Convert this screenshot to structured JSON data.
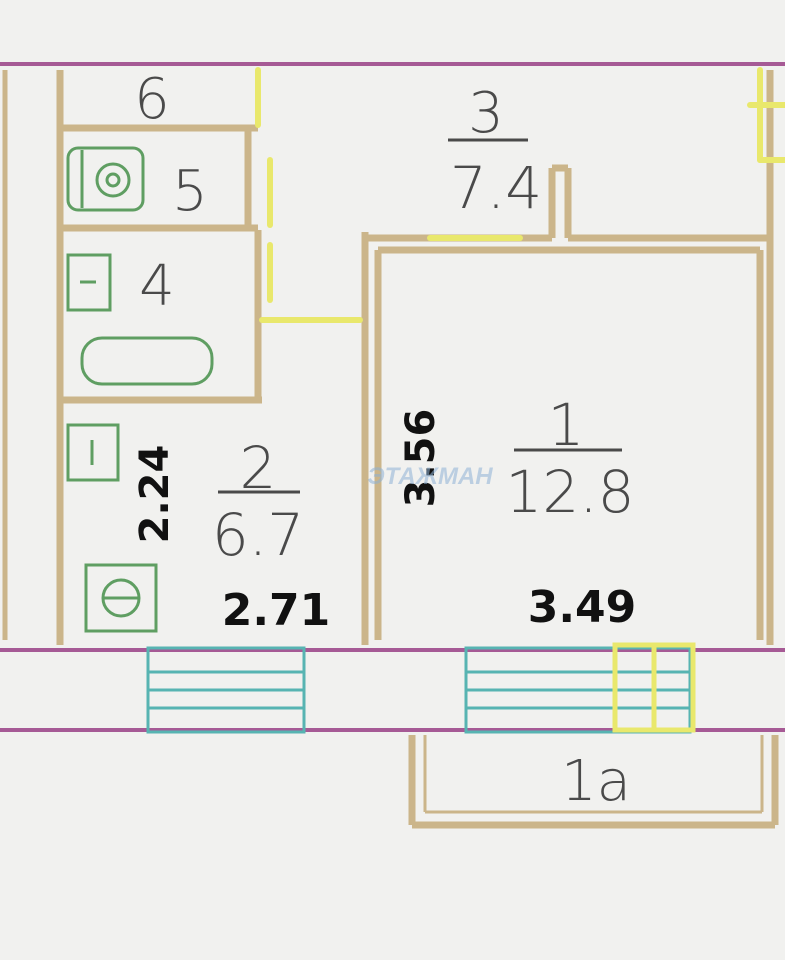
{
  "rooms": {
    "room1": {
      "number": "1",
      "area": "12.8"
    },
    "room2": {
      "number": "2",
      "area": "6.7"
    },
    "room3": {
      "number": "3",
      "area": "7.4"
    },
    "room4": {
      "number": "4"
    },
    "room5": {
      "number": "5"
    },
    "room6": {
      "number": "6"
    },
    "balcony": {
      "number": "1a"
    }
  },
  "dimensions": {
    "room2_width": "2.71",
    "room2_depth": "2.24",
    "room1_width": "3.49",
    "room1_depth": "3.56"
  },
  "watermark": {
    "text": "ЭТАЖМАН"
  },
  "colors": {
    "background": "#f1f1ef",
    "wall": "#cbb58a",
    "outer_wall": "#a65a95",
    "window": "#57b4b2",
    "door": "#e9e86c",
    "fixture": "#5f9e62",
    "text": "#4a4a4a",
    "dimension_text": "#111111"
  },
  "icons": [
    "bathtub-icon",
    "sink-icon",
    "toilet-icon",
    "washing-machine-icon",
    "stove-icon",
    "kitchen-sink-icon"
  ]
}
